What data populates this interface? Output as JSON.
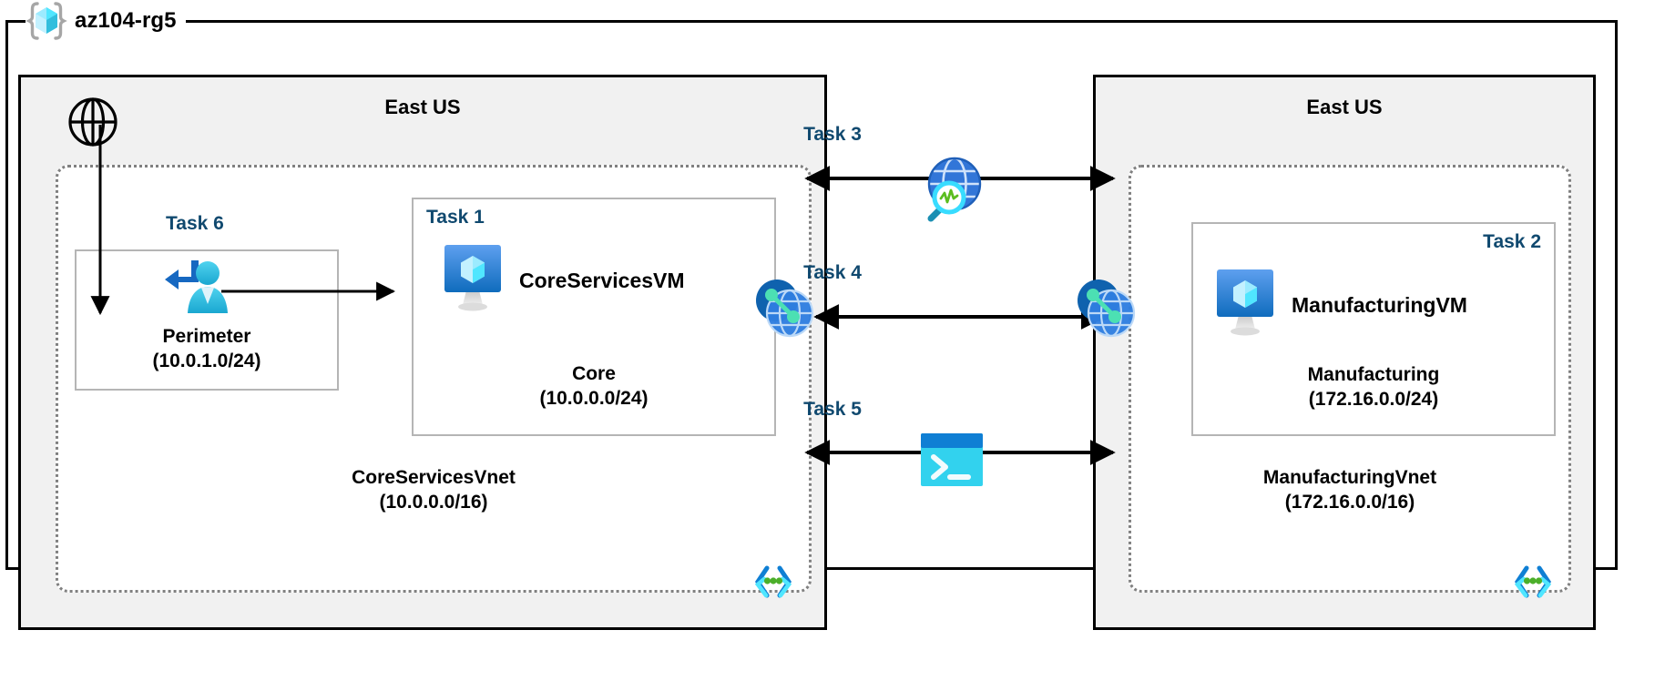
{
  "diagram": {
    "resource_group": {
      "name": "az104-rg5",
      "icon": "resource-group-cube-icon"
    },
    "internet": {
      "icon": "globe-icon"
    },
    "regions": [
      {
        "id": "left",
        "label": "East US",
        "vnet": {
          "name": "CoreServicesVnet",
          "cidr": "(10.0.0.0/16)",
          "corner_icon": "subnet-brackets-icon",
          "subnets": [
            {
              "id": "perimeter",
              "task": "Task 6",
              "name": "Perimeter",
              "cidr": "(10.0.1.0/24)",
              "icon": "user-login-icon"
            },
            {
              "id": "core",
              "task": "Task 1",
              "name": "Core",
              "cidr": "(10.0.0.0/24)",
              "vm_name": "CoreServicesVM",
              "icon": "virtual-machine-icon"
            }
          ]
        }
      },
      {
        "id": "right",
        "label": "East US",
        "vnet": {
          "name": "ManufacturingVnet",
          "cidr": "(172.16.0.0/16)",
          "corner_icon": "subnet-brackets-icon",
          "subnets": [
            {
              "id": "manufacturing",
              "task": "Task 2",
              "name": "Manufacturing",
              "cidr": "(172.16.0.0/24)",
              "vm_name": "ManufacturingVM",
              "icon": "virtual-machine-icon"
            }
          ]
        }
      }
    ],
    "center_tasks": [
      {
        "id": "task3",
        "label": "Task 3",
        "icon": "network-watcher-icon"
      },
      {
        "id": "task4",
        "label": "Task 4",
        "icon": "vnet-peering-icon"
      },
      {
        "id": "task5",
        "label": "Task 5",
        "icon": "bastion-console-icon"
      }
    ],
    "peering_icons": [
      {
        "id": "peer-left",
        "icon": "vnet-peering-icon"
      },
      {
        "id": "peer-right",
        "icon": "vnet-peering-icon"
      }
    ],
    "colors": {
      "task_text": "#10496f",
      "region_fill": "#f1f1f1",
      "frame_stroke": "#000000",
      "vnet_stroke": "#808080",
      "subnet_stroke": "#b5b5b5",
      "azure_blue": "#0078d4",
      "azure_cyan": "#50e6ff",
      "peering_green": "#4ce0b3",
      "bastion_cyan": "#32bedd"
    }
  }
}
